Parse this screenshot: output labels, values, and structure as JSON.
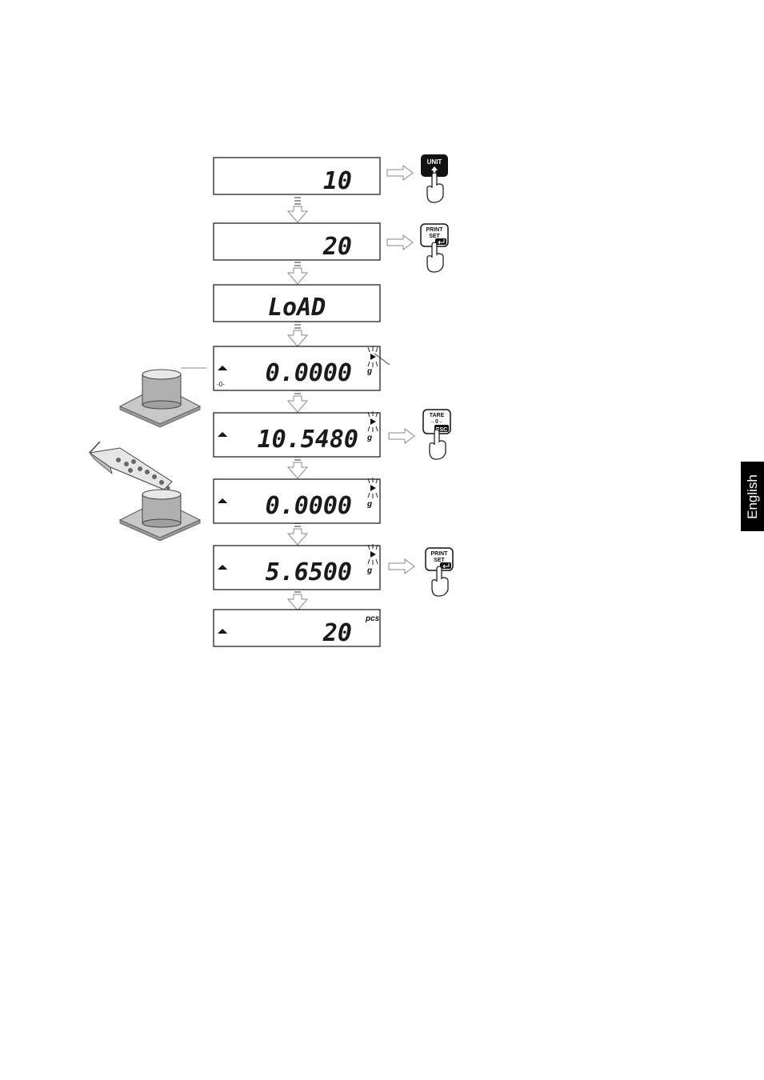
{
  "side_tab": {
    "label": "English"
  },
  "displays": [
    {
      "value": "10",
      "unit": "",
      "zero_marker": false,
      "stable_marker": false,
      "arrow": false
    },
    {
      "value": "20",
      "unit": "",
      "zero_marker": false,
      "stable_marker": false,
      "arrow": false
    },
    {
      "value": "LoAD",
      "unit": "",
      "zero_marker": false,
      "stable_marker": false,
      "arrow": false
    },
    {
      "value": "0.0000",
      "unit": "g",
      "zero_marker": true,
      "stable_marker": true,
      "arrow": true
    },
    {
      "value": "10.5480",
      "unit": "g",
      "zero_marker": false,
      "stable_marker": true,
      "arrow": true
    },
    {
      "value": "0.0000",
      "unit": "g",
      "zero_marker": false,
      "stable_marker": true,
      "arrow": true
    },
    {
      "value": "5.6500",
      "unit": "g",
      "zero_marker": false,
      "stable_marker": true,
      "arrow": true
    },
    {
      "value": "20",
      "unit": "pcs",
      "zero_marker": false,
      "stable_marker": true,
      "arrow": false
    }
  ],
  "indicators": {
    "zero": "-0-"
  },
  "keys": {
    "unit": {
      "line1": "UNIT",
      "line2": ""
    },
    "print": {
      "line1": "PRINT",
      "line2": "SET"
    },
    "tare": {
      "line1": "TARE",
      "line2": "→0←",
      "line3": "ESC"
    }
  }
}
